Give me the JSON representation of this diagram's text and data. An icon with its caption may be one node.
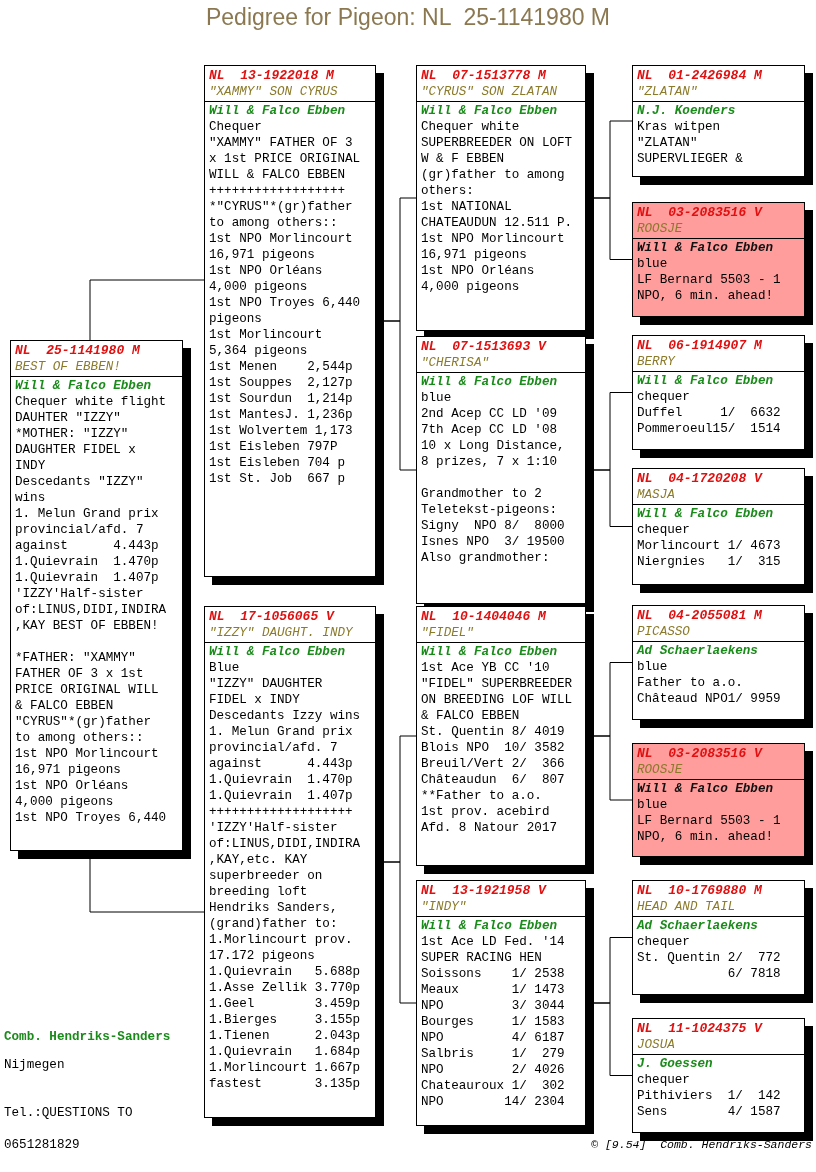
{
  "diagram": {
    "title": "Pedigree for Pigeon: NL  25-1141980 M",
    "nodes": [
      {
        "text": [
          "NL  25-1141980 M",
          "BEST OF EBBEN!",
          "Will & Falco Ebben",
          "Chequer white flight",
          "DAUHTER \"IZZY\"",
          "*MOTHER: \"IZZY\"",
          "DAUGHTER FIDEL x",
          "INDY",
          "Descedants \"IZZY\"",
          "wins",
          "1. Melun Grand prix",
          "provincial/afd. 7",
          "against      4.443p",
          "1.Quievrain  1.470p",
          "1.Quievrain  1.407p",
          "'IZZY'Half-sister",
          "of:LINUS,DIDI,INDIRA",
          ",KAY BEST OF EBBEN!",
          "*FATHER: \"XAMMY\"",
          "FATHER OF 3 x 1st",
          "PRICE ORIGINAL WILL",
          "& FALCO EBBEN",
          "\"CYRUS\"*(gr)father",
          "to among others::",
          "1st NPO Morlincourt",
          "16,971 pigeons",
          "1st NPO Orléans",
          "4,000 pigeons",
          "1st NPO Troyes 6,440"
        ]
      },
      {
        "text": [
          "NL  13-1922018 M",
          "\"XAMMY\" SON CYRUS",
          "Will & Falco Ebben",
          "Chequer",
          "\"XAMMY\" FATHER OF 3",
          "x 1st PRICE ORIGINAL",
          "WILL & FALCO EBBEN",
          "++++++++++++++++++",
          "*\"CYRUS\"*(gr)father",
          "to among others::",
          "1st NPO Morlincourt",
          "16,971 pigeons",
          "1st NPO Orléans",
          "4,000 pigeons",
          "1st NPO Troyes 6,440",
          "pigeons",
          "1st Morlincourt",
          "5,364 pigeons",
          "1st Menen    2,544p",
          "1st Souppes  2,127p",
          "1st Sourdun  1,214p",
          "1st MantesJ. 1,236p",
          "1st Wolvertem 1,173",
          "1st Eisleben 797P",
          "1st Eisleben 704 p",
          "1st St. Job  667 p"
        ]
      },
      {
        "text": [
          "NL  17-1056065 V",
          "\"IZZY\" DAUGHT. INDY",
          "Will & Falco Ebben",
          "Blue",
          "\"IZZY\" DAUGHTER",
          "FIDEL x INDY",
          "Descedants Izzy wins",
          "1. Melun Grand prix",
          "provincial/afd. 7",
          "against      4.443p",
          "1.Quievrain  1.470p",
          "1.Quievrain  1.407p",
          "+++++++++++++++++++",
          "'IZZY'Half-sister",
          "of:LINUS,DIDI,INDIRA",
          ",KAY,etc. KAY",
          "superbreeder on",
          "breeding loft",
          "Hendriks Sanders,",
          "(grand)father to:",
          "1.Morlincourt prov.",
          "17.172 pigeons",
          "1.Quievrain   5.688p",
          "1.Asse Zellik 3.770p",
          "1.Geel        3.459p",
          "1.Bierges     3.155p",
          "1.Tienen      2.043p",
          "1.Quievrain   1.684p",
          "1.Morlincourt 1.667p",
          "fastest       3.135p"
        ]
      },
      {
        "text": [
          "NL  07-1513778 M",
          "\"CYRUS\" SON ZLATAN",
          "Will & Falco Ebben",
          "Chequer white",
          "SUPERBREEDER ON LOFT",
          "W & F EBBEN",
          "(gr)father to among",
          "others:",
          "1st NATIONAL",
          "CHATEAUDUN 12.511 P.",
          "1st NPO Morlincourt",
          "16,971 pigeons",
          "1st NPO Orléans",
          "4,000 pigeons"
        ]
      },
      {
        "text": [
          "NL  07-1513693 V",
          "\"CHERISA\"",
          "Will & Falco Ebben",
          "blue",
          "2nd Acep CC LD '09",
          "7th Acep CC LD '08",
          "10 x Long Distance,",
          "8 prizes, 7 x 1:10",
          "Grandmother to 2",
          "Teletekst-pigeons:",
          "Signy  NPO 8/  8000",
          "Isnes NPO  3/ 19500",
          "Also grandmother:"
        ]
      },
      {
        "text": [
          "NL  10-1404046 M",
          "\"FIDEL\"",
          "Will & Falco Ebben",
          "1st Ace YB CC '10",
          "\"FIDEL\" SUPERBREEDER",
          "ON BREEDING LOF WILL",
          "& FALCO EBBEN",
          "St. Quentin 8/ 4019",
          "Blois NPO  10/ 3582",
          "Breuil/Vert 2/  366",
          "Châteaudun  6/  807",
          "**Father to a.o.",
          "1st prov. acebird",
          "Afd. 8 Natour 2017"
        ]
      },
      {
        "text": [
          "NL  13-1921958 V",
          "\"INDY\"",
          "Will & Falco Ebben",
          "1st Ace LD Fed. '14",
          "SUPER RACING HEN",
          "Soissons    1/ 2538",
          "Meaux       1/ 1473",
          "NPO         3/ 3044",
          "Bourges     1/ 1583",
          "NPO         4/ 6187",
          "Salbris     1/  279",
          "NPO         2/ 4026",
          "Chateauroux 1/  302",
          "NPO        14/ 2304"
        ]
      },
      {
        "text": [
          "NL  01-2426984 M",
          "\"ZLATAN\"",
          "N.J. Koenders",
          "Kras witpen",
          "\"ZLATAN\"",
          "SUPERVLIEGER &"
        ]
      },
      {
        "text": [
          "NL  03-2083516 V",
          "ROOSJE",
          "Will & Falco Ebben",
          "blue",
          "LF Bernard 5503 - 1",
          "NPO, 6 min. ahead!"
        ]
      },
      {
        "text": [
          "NL  06-1914907 M",
          "BERRY",
          "Will & Falco Ebben",
          "chequer",
          "Duffel     1/  6632",
          "Pommeroeul15/  1514"
        ]
      },
      {
        "text": [
          "NL  04-1720208 V",
          "MASJA",
          "Will & Falco Ebben",
          "chequer",
          "Morlincourt 1/ 4673",
          "Niergnies   1/  315"
        ]
      },
      {
        "text": [
          "NL  04-2055081 M",
          "PICASSO",
          "Ad Schaerlaekens",
          "blue",
          "Father to a.o.",
          "Châteaud NPO1/ 9959"
        ]
      },
      {
        "text": [
          "NL  03-2083516 V",
          "ROOSJE",
          "Will & Falco Ebben",
          "blue",
          "LF Bernard 5503 - 1",
          "NPO, 6 min. ahead!"
        ]
      },
      {
        "text": [
          "NL  10-1769880 M",
          "HEAD AND TAIL",
          "Ad Schaerlaekens",
          "chequer",
          "St. Quentin 2/  772",
          "            6/ 7818"
        ]
      },
      {
        "text": [
          "NL  11-1024375 V",
          "JOSUA",
          "J. Goessen",
          "chequer",
          "Pithiviers  1/  142",
          "Sens        4/ 1587"
        ]
      }
    ],
    "edges": [
      {
        "from": 0,
        "to": 1,
        "arrow": "none"
      },
      {
        "from": 0,
        "to": 2,
        "arrow": "none"
      },
      {
        "from": 1,
        "to": 3,
        "arrow": "none"
      },
      {
        "from": 1,
        "to": 4,
        "arrow": "none"
      },
      {
        "from": 2,
        "to": 5,
        "arrow": "none"
      },
      {
        "from": 2,
        "to": 6,
        "arrow": "none"
      },
      {
        "from": 3,
        "to": 7,
        "arrow": "none"
      },
      {
        "from": 3,
        "to": 8,
        "arrow": "none"
      },
      {
        "from": 4,
        "to": 9,
        "arrow": "none"
      },
      {
        "from": 4,
        "to": 10,
        "arrow": "none"
      },
      {
        "from": 5,
        "to": 11,
        "arrow": "none"
      },
      {
        "from": 5,
        "to": 12,
        "arrow": "none"
      },
      {
        "from": 6,
        "to": 13,
        "arrow": "none"
      },
      {
        "from": 6,
        "to": 14,
        "arrow": "none"
      }
    ],
    "labels": [
      "Comb. Hendriks-Sanders",
      "Nijmegen",
      "Tel.:QUESTIONS TO",
      "0651281829",
      "© [9.54]  Comb. Hendriks-Sanders"
    ]
  }
}
